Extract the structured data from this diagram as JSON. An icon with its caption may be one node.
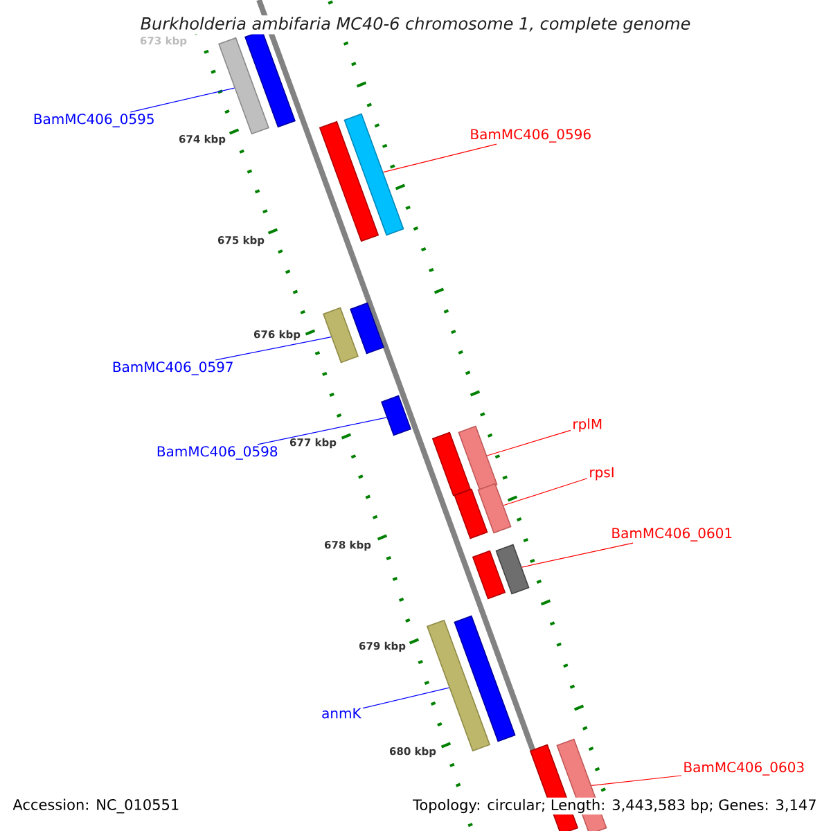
{
  "diagram": {
    "title": "Burkholderia ambifaria MC40-6 chromosome 1, complete genome",
    "nodes": [
      {
        "text": [],
        "shape": "bar"
      },
      {
        "text": [],
        "shape": "bar"
      },
      {
        "text": [],
        "shape": "bar"
      },
      {
        "text": [],
        "shape": "bar"
      },
      {
        "text": [],
        "shape": "bar"
      },
      {
        "text": [],
        "shape": "bar"
      },
      {
        "text": [],
        "shape": "bar"
      },
      {
        "text": [],
        "shape": "bar"
      },
      {
        "text": [],
        "shape": "bar"
      },
      {
        "text": [],
        "shape": "bar"
      },
      {
        "text": [],
        "shape": "bar"
      },
      {
        "text": [],
        "shape": "bar"
      },
      {
        "text": [],
        "shape": "bar"
      },
      {
        "text": [],
        "shape": "bar"
      },
      {
        "text": [],
        "shape": "bar"
      },
      {
        "text": [],
        "shape": "bar"
      },
      {
        "text": [],
        "shape": "bar"
      },
      {
        "text": [
          "BamMC406_0595"
        ]
      },
      {
        "text": [
          "BamMC406_0596"
        ]
      },
      {
        "text": [
          "BamMC406_0597"
        ]
      },
      {
        "text": [
          "BamMC406_0598"
        ]
      },
      {
        "text": [
          "rplM"
        ]
      },
      {
        "text": [
          "rpsI"
        ]
      },
      {
        "text": [
          "BamMC406_0601"
        ]
      },
      {
        "text": [
          "anmK"
        ]
      },
      {
        "text": [
          "BamMC406_0603"
        ]
      }
    ],
    "edges": [
      {
        "from": 17,
        "to": 0,
        "arrow": "none",
        "color": "#0000ff"
      },
      {
        "from": 18,
        "to": 3,
        "arrow": "none"
      },
      {
        "from": 19,
        "to": 4,
        "arrow": "none",
        "color": "#0000ff"
      },
      {
        "from": 20,
        "to": 6,
        "arrow": "none",
        "color": "#0000ff"
      },
      {
        "from": 21,
        "to": 8,
        "arrow": "none"
      },
      {
        "from": 22,
        "to": 10,
        "arrow": "none"
      },
      {
        "from": 23,
        "to": 12,
        "arrow": "none"
      },
      {
        "from": 24,
        "to": 13,
        "arrow": "none",
        "color": "#0000ff"
      },
      {
        "from": 25,
        "to": 16,
        "arrow": "none"
      }
    ],
    "labels": [
      "673 kbp",
      "674 kbp",
      "675 kbp",
      "676 kbp",
      "677 kbp",
      "678 kbp",
      "679 kbp",
      "680 kbp",
      "Accession: NC_010551",
      "Topology: circular; Length: 3,443,583 bp; Genes: 3,147"
    ]
  }
}
